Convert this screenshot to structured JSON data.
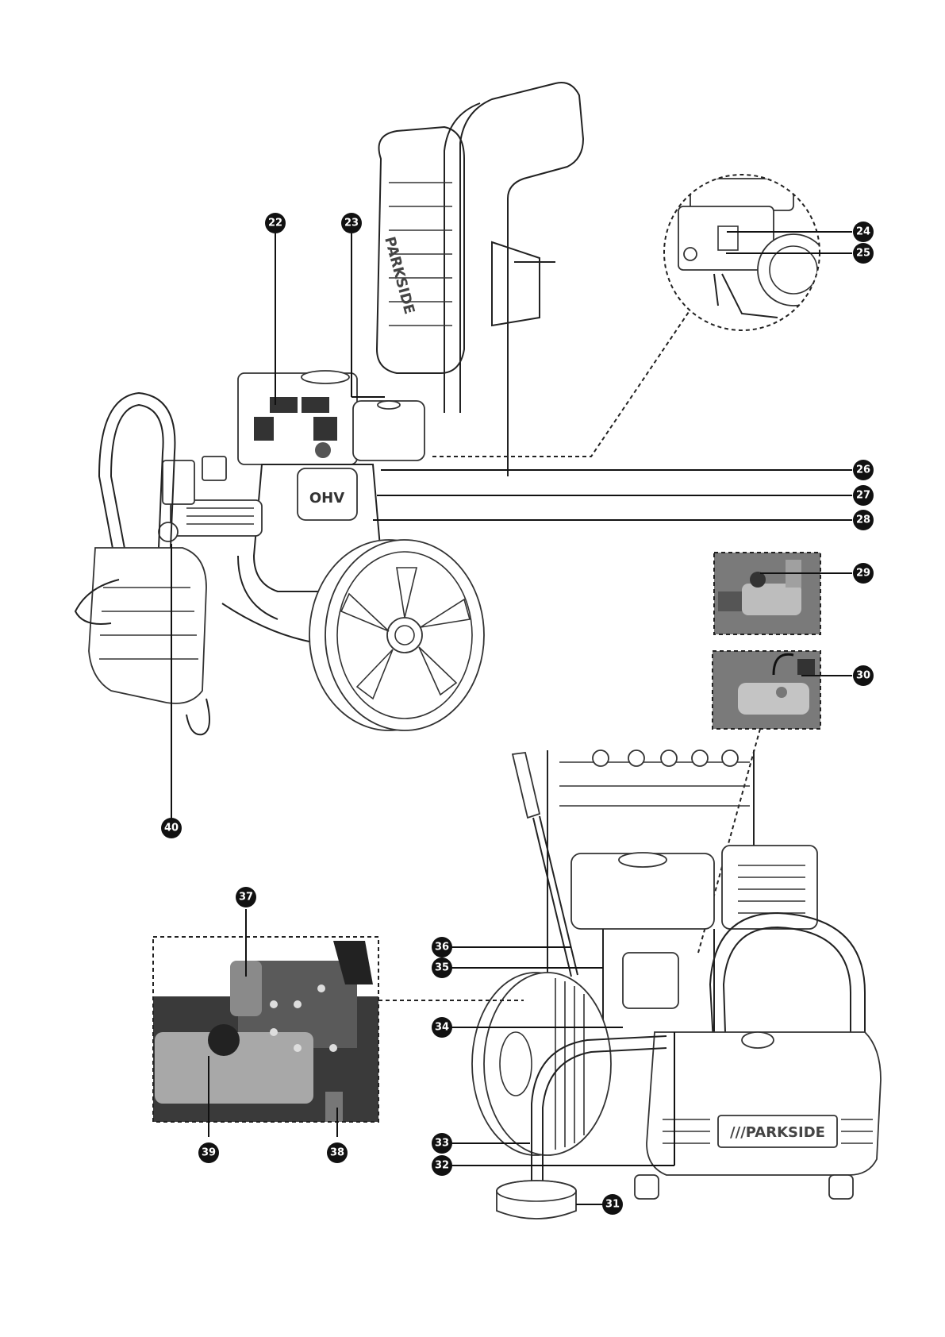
{
  "callouts": {
    "c22": "22",
    "c23": "23",
    "c24": "24",
    "c25": "25",
    "c26": "26",
    "c27": "27",
    "c28": "28",
    "c29": "29",
    "c30": "30",
    "c31": "31",
    "c32": "32",
    "c33": "33",
    "c34": "34",
    "c35": "35",
    "c36": "36",
    "c37": "37",
    "c38": "38",
    "c39": "39",
    "c40": "40"
  },
  "labels": {
    "engine_mark": "OHV",
    "brand": "///PARKSIDE",
    "tank_brand": "PARKSIDE"
  },
  "colors": {
    "badge": "#111111",
    "line": "#222222",
    "photo": "#7a7a7a"
  }
}
